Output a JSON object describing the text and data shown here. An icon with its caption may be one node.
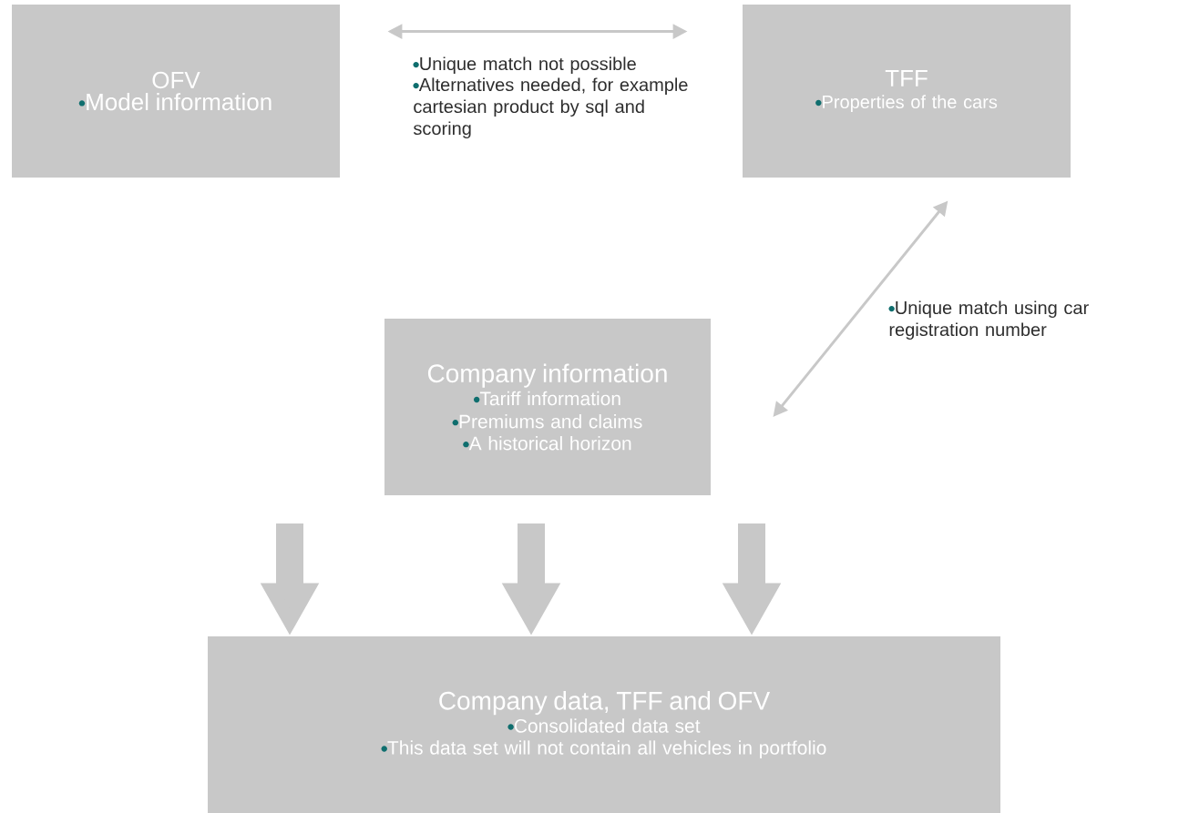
{
  "diagram": {
    "nodes": [
      {
        "text": [
          "OFV",
          "Model information"
        ]
      },
      {
        "text": [
          "TFF",
          "Properties of the cars"
        ]
      },
      {
        "text": [
          "Company information",
          "Tariff information",
          "Premiums and claims",
          "A historical horizon"
        ]
      },
      {
        "text": [
          "Company data, TFF and OFV",
          "Consolidated data set",
          "This data set will not contain all vehicles in portfolio"
        ]
      }
    ],
    "edges": [
      {
        "from": 0,
        "to": 1,
        "arrow": "both"
      },
      {
        "from": 1,
        "to": 2,
        "arrow": "both",
        "label": "Unique match using car registration number"
      },
      {
        "from": null,
        "to": 3,
        "arrow": "to"
      },
      {
        "from": null,
        "to": 3,
        "arrow": "to"
      },
      {
        "from": null,
        "to": 3,
        "arrow": "to"
      }
    ],
    "labels": [
      "Unique match not possible",
      "Alternatives needed, for example cartesian product by sql and scoring"
    ]
  }
}
